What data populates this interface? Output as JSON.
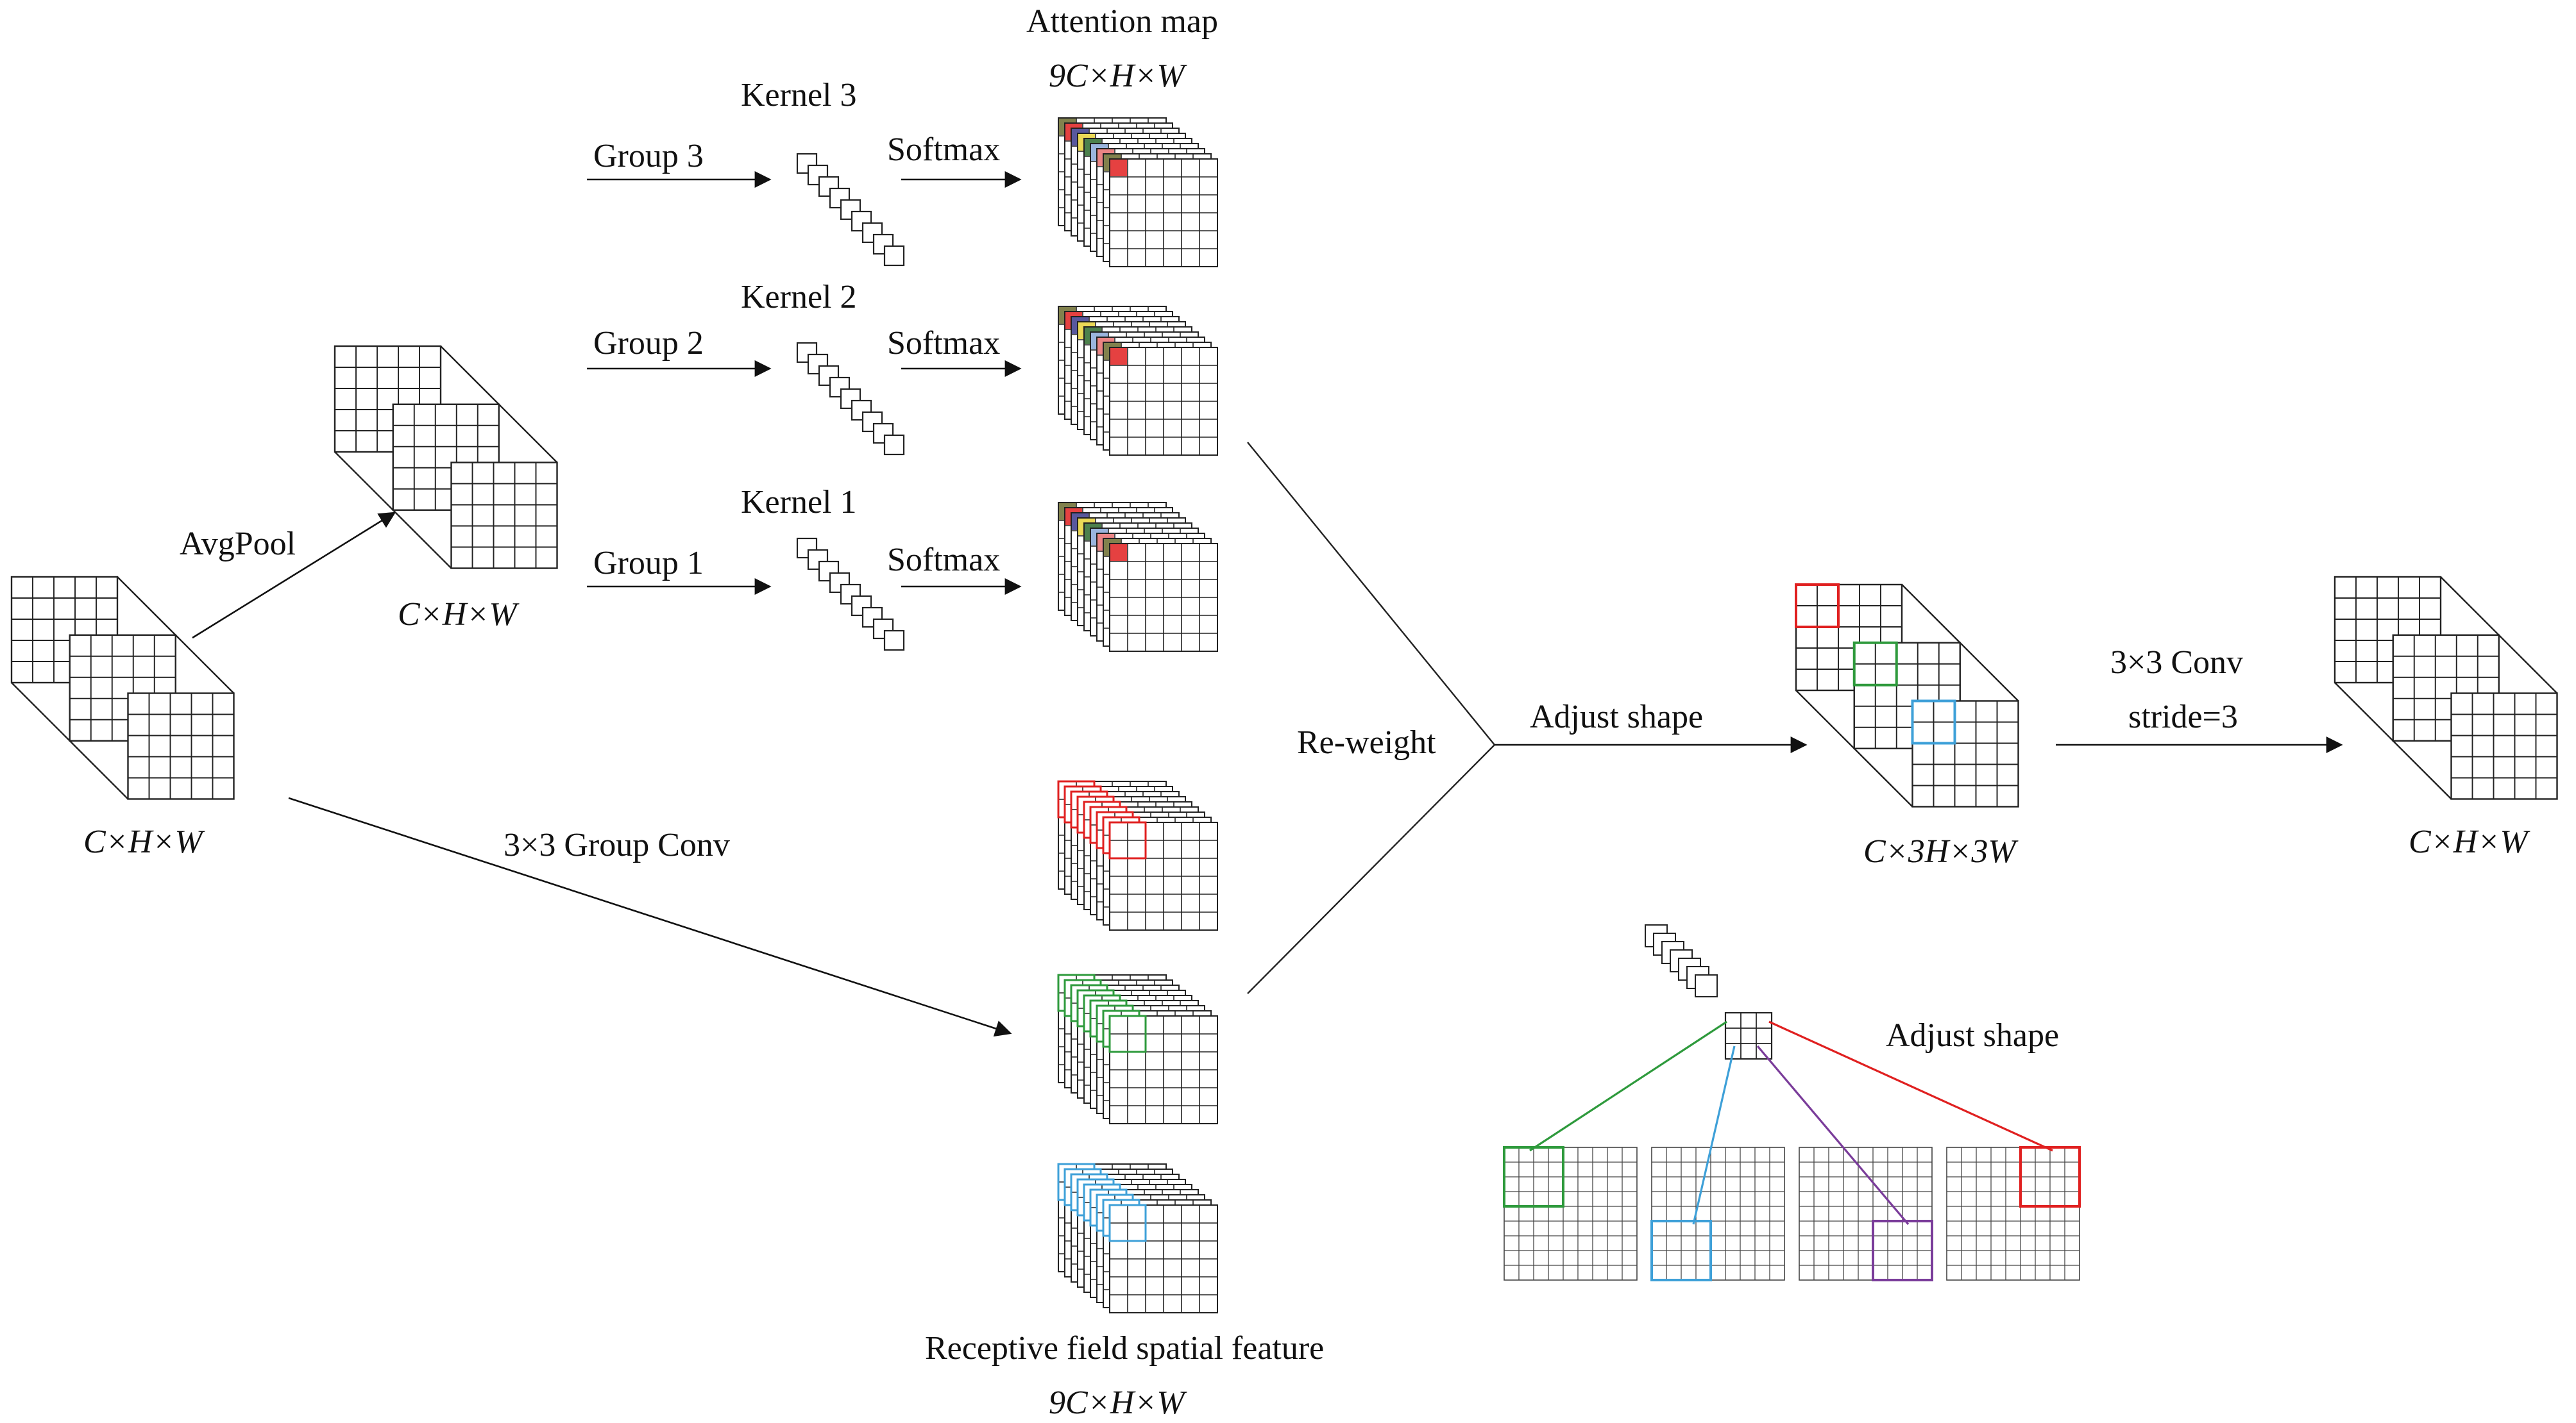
{
  "labels": {
    "avgpool": "AvgPool",
    "group_conv": "3×3 Group Conv",
    "group3": "Group 3",
    "group2": "Group 2",
    "group1": "Group 1",
    "kernel3": "Kernel 3",
    "kernel2": "Kernel 2",
    "kernel1": "Kernel 1",
    "softmax": "Softmax",
    "attention_map": "Attention map",
    "attention_dim": "9C×H×W",
    "receptive_field": "Receptive field spatial feature",
    "receptive_dim": "9C×H×W",
    "reweight": "Re-weight",
    "adjust_shape": "Adjust shape",
    "adjust_shape_2": "Adjust shape",
    "conv_3x3": "3×3 Conv",
    "stride": "stride=3",
    "dim_input": "C×H×W",
    "dim_pooled": "C×H×W",
    "dim_adjusted": "C×3H×3W",
    "dim_output": "C×H×W"
  },
  "colors": {
    "line": "#222222",
    "red": "#e02020",
    "green": "#2e9a3c",
    "blue": "#3ea0d8",
    "purple": "#7a3c9a",
    "olive": "#6b6b2e",
    "attn_tints": [
      "#6b6b2e",
      "#e02020",
      "#3b3b8c",
      "#e8d23a",
      "#2e6b2e",
      "#8aa8d8",
      "#e87070"
    ]
  }
}
